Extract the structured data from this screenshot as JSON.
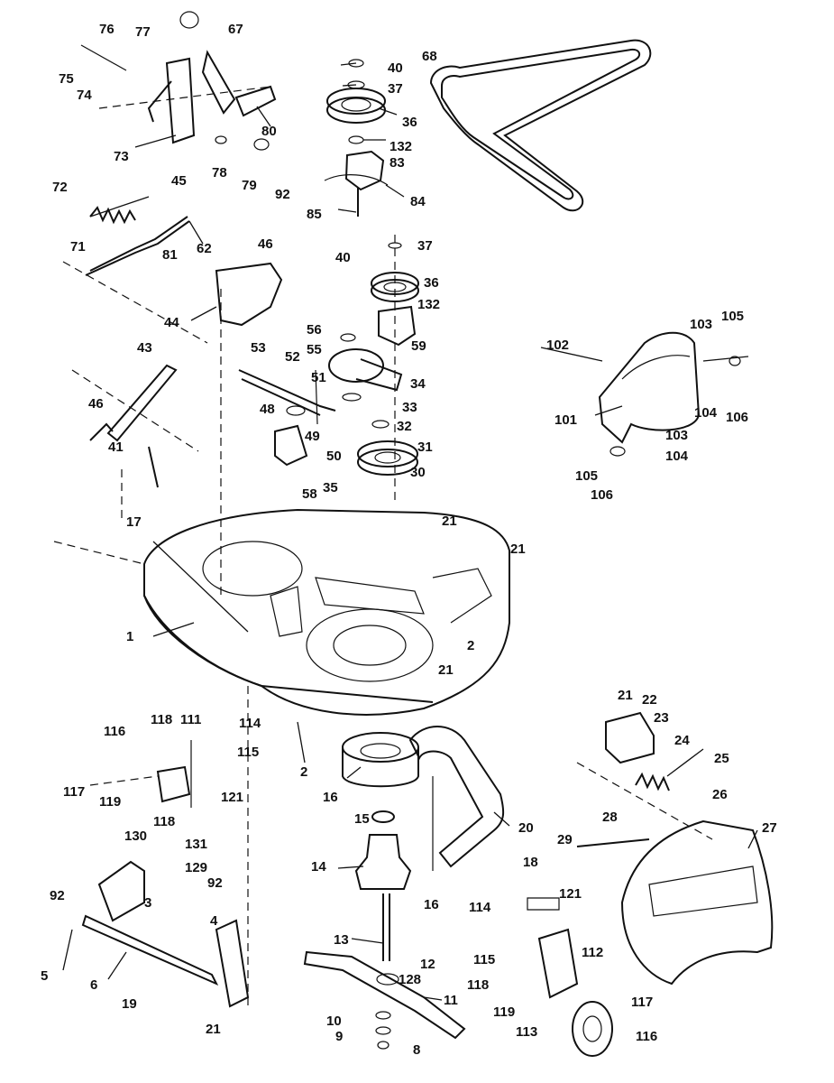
{
  "labels": [
    "76",
    "77",
    "67",
    "75",
    "74",
    "73",
    "80",
    "78",
    "79",
    "92",
    "72",
    "45",
    "62",
    "81",
    "71",
    "46",
    "68",
    "40",
    "37",
    "36",
    "132",
    "83",
    "84",
    "85",
    "40",
    "37",
    "36",
    "132",
    "59",
    "56",
    "55",
    "52",
    "53",
    "51",
    "34",
    "33",
    "32",
    "31",
    "30",
    "48",
    "49",
    "50",
    "58",
    "35",
    "44",
    "43",
    "46",
    "41",
    "17",
    "21",
    "21",
    "2",
    "21",
    "1",
    "102",
    "103",
    "105",
    "101",
    "104",
    "106",
    "103",
    "104",
    "105",
    "106",
    "116",
    "118",
    "111",
    "114",
    "115",
    "117",
    "119",
    "121",
    "118",
    "2",
    "16",
    "15",
    "14",
    "130",
    "131",
    "129",
    "92",
    "92",
    "3",
    "5",
    "6",
    "4",
    "19",
    "21",
    "13",
    "12",
    "128",
    "11",
    "10",
    "9",
    "8",
    "20",
    "18",
    "16",
    "114",
    "121",
    "115",
    "112",
    "118",
    "119",
    "113",
    "117",
    "116",
    "21",
    "22",
    "23",
    "24",
    "25",
    "26",
    "28",
    "29",
    "27"
  ]
}
